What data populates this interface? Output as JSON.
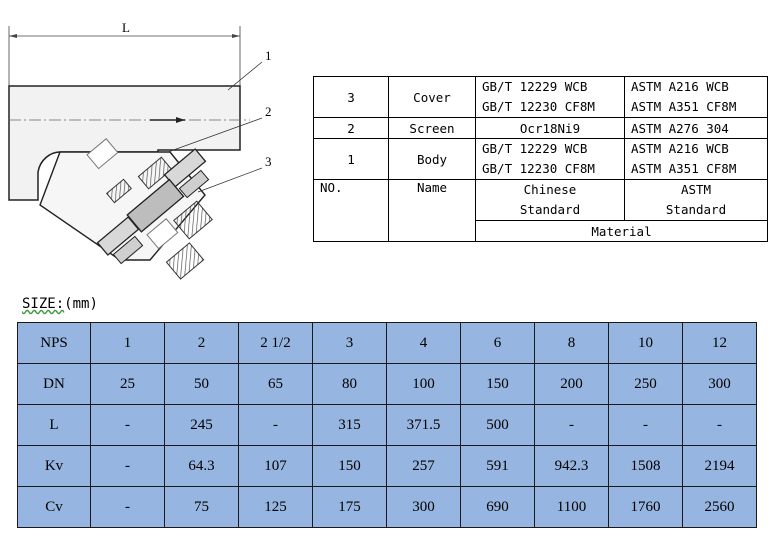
{
  "drawing": {
    "dimension_label": "L",
    "callouts": [
      "1",
      "2",
      "3"
    ]
  },
  "parts": {
    "rows": [
      {
        "no": "3",
        "name": "Cover",
        "std": [
          "GB/T 12229 WCB",
          "GB/T 12230 CF8M"
        ],
        "astm": [
          "ASTM A216 WCB",
          "ASTM A351 CF8M"
        ]
      },
      {
        "no": "2",
        "name": "Screen",
        "std": [
          "Ocr18Ni9"
        ],
        "astm": [
          "ASTM A276 304"
        ]
      },
      {
        "no": "1",
        "name": "Body",
        "std": [
          "GB/T 12229 WCB",
          "GB/T 12230 CF8M"
        ],
        "astm": [
          "ASTM A216 WCB",
          "ASTM A351 CF8M"
        ]
      }
    ],
    "header": {
      "no": "NO.",
      "name": "Name",
      "std": [
        "Chinese",
        "Standard"
      ],
      "astm": [
        "ASTM",
        "Standard"
      ]
    },
    "material_label": "Material"
  },
  "size": {
    "label": "SIZE:",
    "unit": "(mm)",
    "rows": [
      {
        "head": "NPS",
        "cells": [
          "1",
          "2",
          "2 1/2",
          "3",
          "4",
          "6",
          "8",
          "10",
          "12"
        ]
      },
      {
        "head": "DN",
        "cells": [
          "25",
          "50",
          "65",
          "80",
          "100",
          "150",
          "200",
          "250",
          "300"
        ]
      },
      {
        "head": "L",
        "cells": [
          "-",
          "245",
          "-",
          "315",
          "371.5",
          "500",
          "-",
          "-",
          "-"
        ]
      },
      {
        "head": "Kv",
        "cells": [
          "-",
          "64.3",
          "107",
          "150",
          "257",
          "591",
          "942.3",
          "1508",
          "2194"
        ]
      },
      {
        "head": "Cv",
        "cells": [
          "-",
          "75",
          "125",
          "175",
          "300",
          "690",
          "1100",
          "1760",
          "2560"
        ]
      }
    ],
    "table_color": "#96b5e0"
  }
}
